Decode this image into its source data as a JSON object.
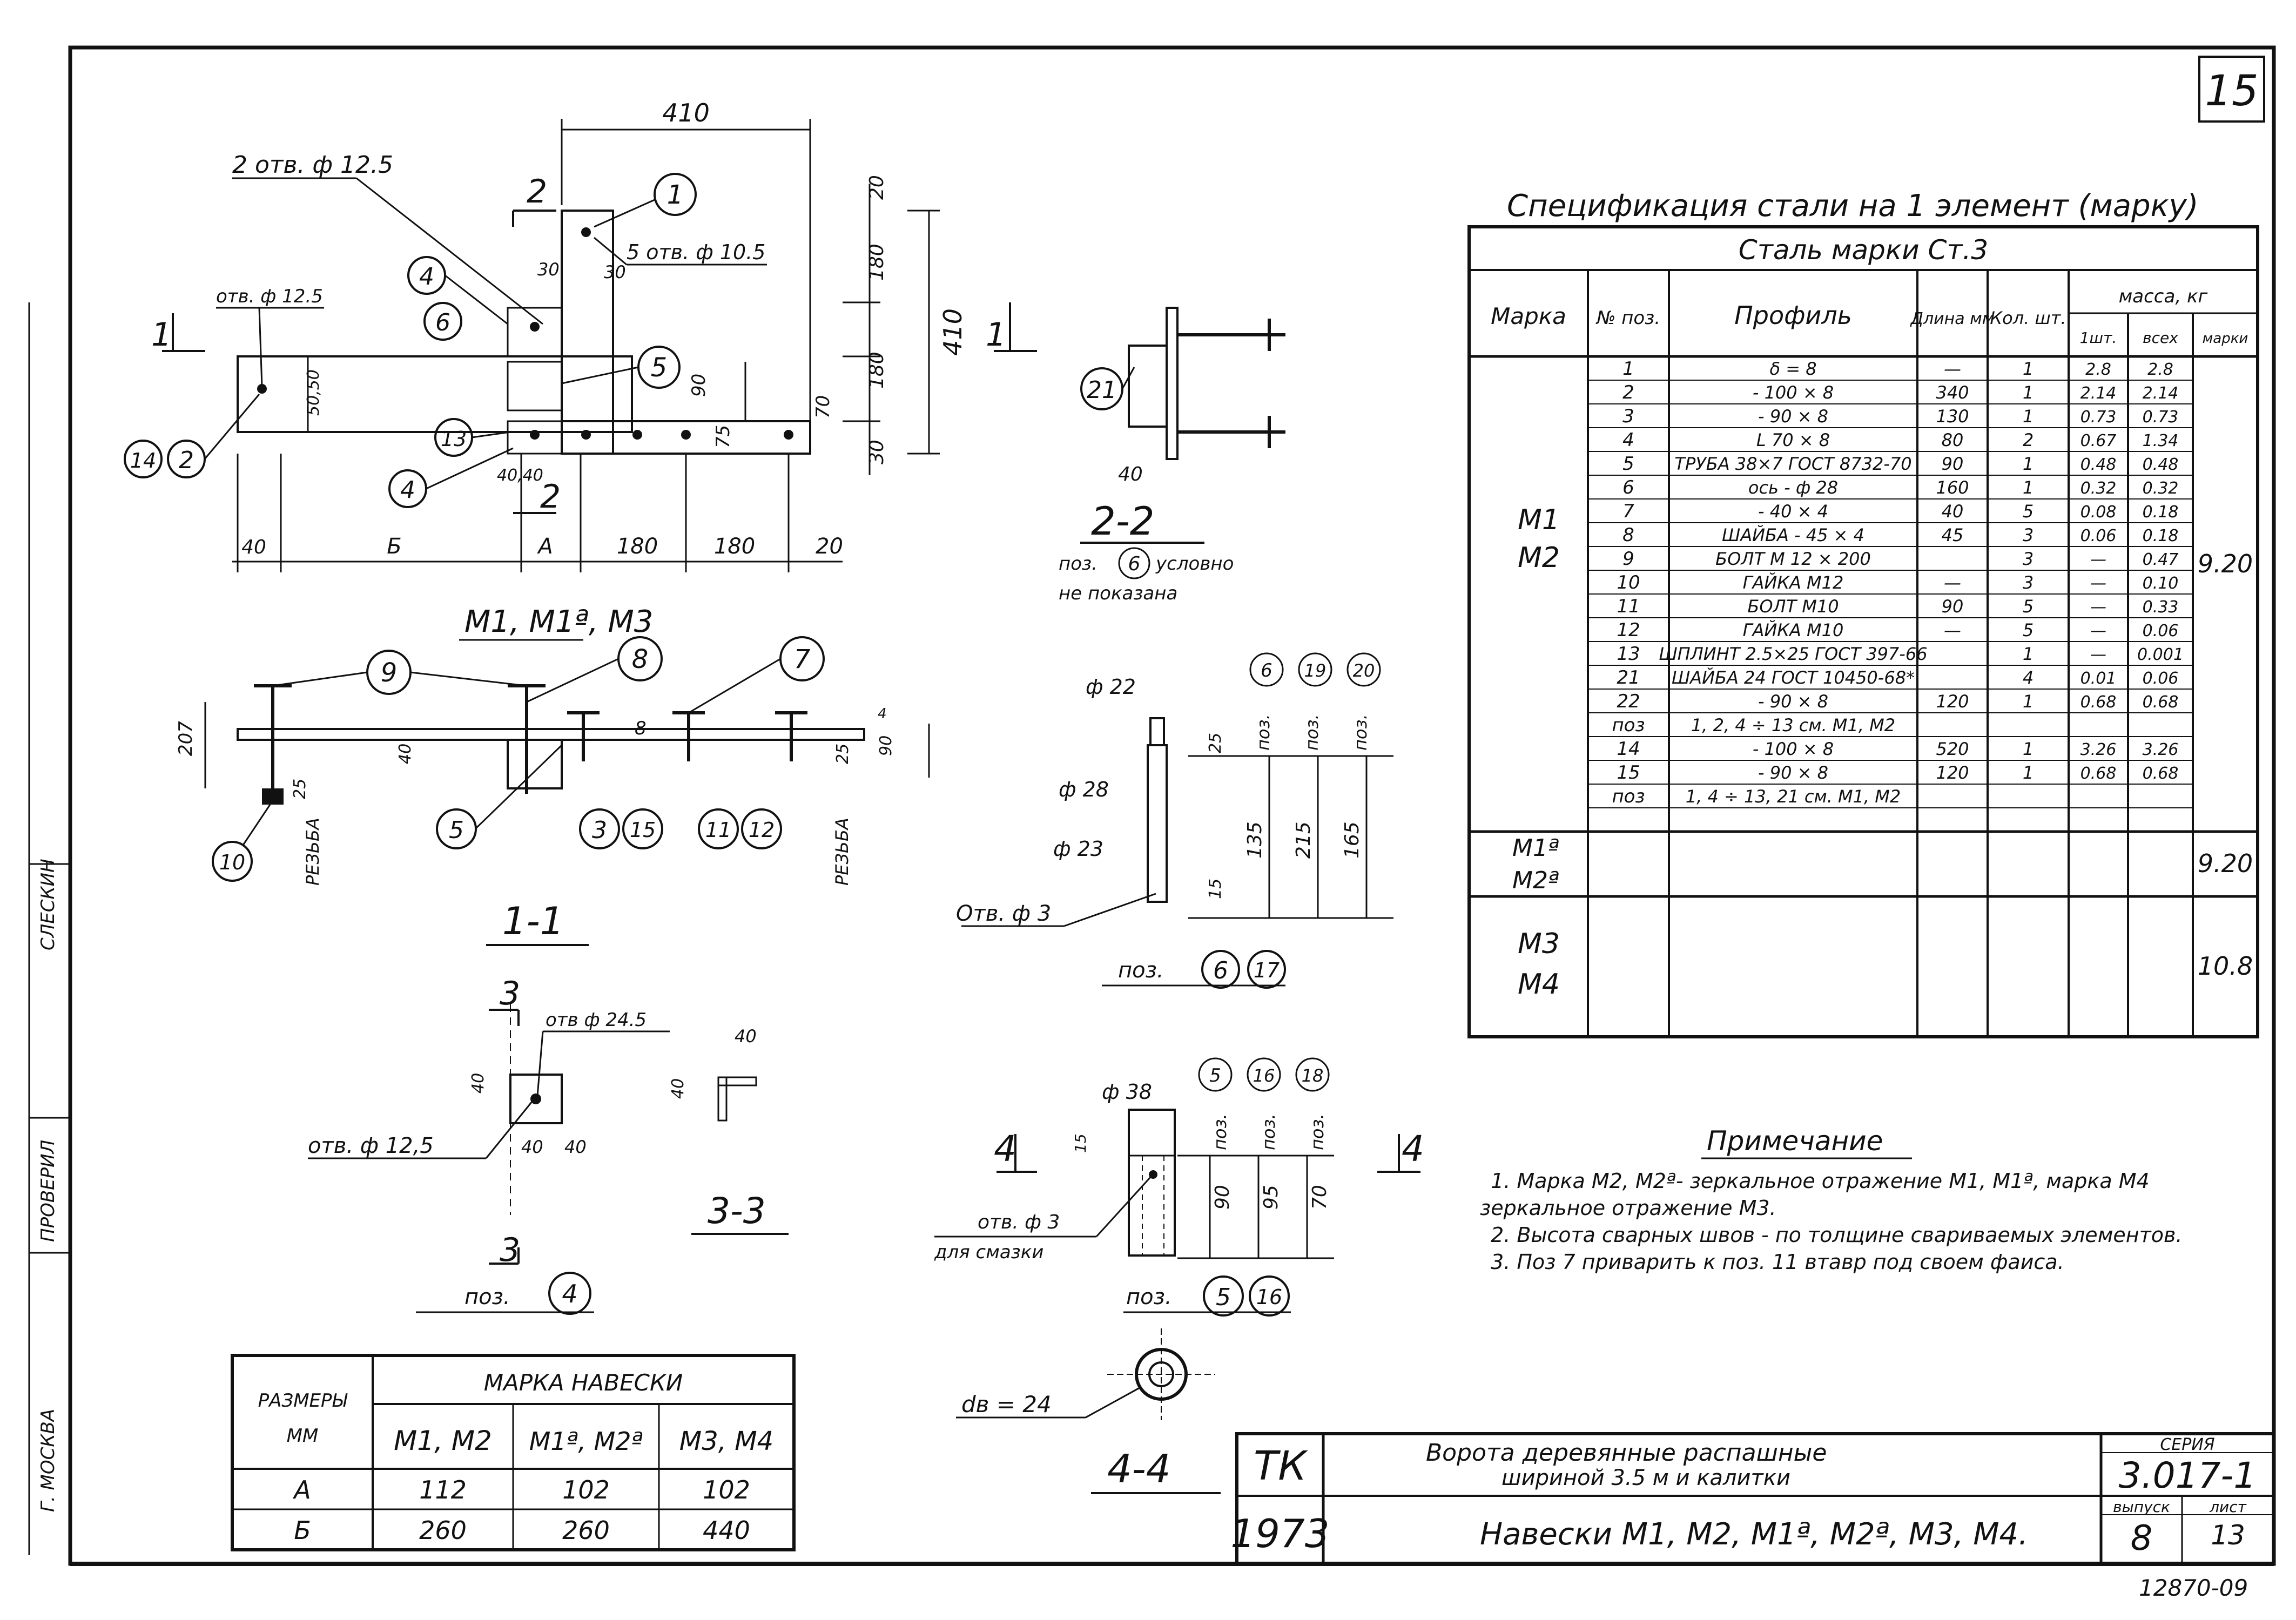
{
  "sheet": {
    "page_number": "15",
    "archive_number": "12870-09",
    "left_margin_labels": [
      "Г. МОСКВА",
      "ПРОВЕРИЛ",
      "СЛЕСКИН"
    ]
  },
  "views": {
    "plan": {
      "dims": {
        "total_width": "410",
        "total_height": "410",
        "seg_40": "40",
        "seg_B": "Б",
        "seg_A": "A",
        "seg_180a": "180",
        "seg_180b": "180",
        "seg_20": "20",
        "v_20": "20",
        "v_180a": "180",
        "v_180b": "180",
        "v_30": "30",
        "d_90": "90",
        "d_75": "75",
        "d_70": "70",
        "d_30a": "30",
        "d_30b": "30",
        "d_50_50": "50,50",
        "d_40_40": "40,40"
      },
      "callouts": {
        "holes_2": "2 отв. ф 12.5",
        "holes_5": "5 отв. ф 10.5",
        "hole_left": "отв. ф 12.5",
        "positions": [
          "1",
          "4",
          "6",
          "5",
          "13",
          "4",
          "14",
          "2"
        ]
      },
      "section_marks": [
        "1",
        "1",
        "2",
        "2"
      ]
    },
    "elevation": {
      "title": "M1, M1ª, M3",
      "section_title": "1-1",
      "thread_label": "РЕЗЬБА",
      "dims": {
        "d_207": "207",
        "d_40": "40",
        "d_25a": "25",
        "d_25b": "25",
        "d_90": "90",
        "d_8": "8",
        "d_4": "4"
      },
      "positions": [
        "9",
        "8",
        "7",
        "5",
        "3",
        "15",
        "11",
        "12",
        "10"
      ]
    },
    "section_2_2": {
      "title": "2-2",
      "dim_40": "40",
      "position": "21",
      "note_line1": "поз.",
      "note_pos": "6",
      "note_line2": "условно",
      "note_line3": "не показана"
    },
    "axle": {
      "dims": {
        "d22": "ф 22",
        "d28": "ф 28",
        "d23": "ф 23",
        "hole": "Отв. ф 3",
        "l_135": "135",
        "l_215": "215",
        "l_165": "165",
        "l_25": "25",
        "l_15": "15"
      },
      "col_label": "поз.",
      "col_pos": [
        "6",
        "19",
        "20"
      ],
      "caption": "поз.",
      "caption_pos": [
        "6",
        "17"
      ]
    },
    "section_3_3": {
      "title": "3-3",
      "hole_top": "отв ф 24.5",
      "hole_side": "отв. ф 12,5",
      "dims": {
        "w40a": "40",
        "w40b": "40",
        "h40": "40",
        "side40a": "40",
        "side40b": "40"
      },
      "marks": [
        "3",
        "3"
      ],
      "caption": "поз.",
      "caption_pos": "4"
    },
    "bushing": {
      "dims": {
        "d38": "ф 38",
        "l_90": "90",
        "l_95": "95",
        "l_70": "70",
        "l_15": "15"
      },
      "col_label": "поз.",
      "col_pos": [
        "5",
        "16",
        "18"
      ],
      "hole_line1": "отв. ф 3",
      "hole_line2": "для смазки",
      "marks": [
        "4",
        "4"
      ],
      "caption": "поз.",
      "caption_pos": [
        "5",
        "16"
      ]
    },
    "section_4_4": {
      "title": "4-4",
      "dim": "dв = 24"
    }
  },
  "spec_table": {
    "title": "Спецификация стали на 1 элемент (марку)",
    "steel_grade": "Сталь марки Ст.3",
    "headers": {
      "mark": "Марка",
      "pos": "№ поз.",
      "profile": "Профиль",
      "length": "Длина мм",
      "qty": "Кол. шт.",
      "mass": "масса, кг",
      "mass_one": "1шт.",
      "mass_all": "всех",
      "mass_mark": "марки"
    },
    "rows": [
      {
        "pos": "1",
        "profile": "δ = 8",
        "length": "—",
        "qty": "1",
        "one": "2.8",
        "all": "2.8"
      },
      {
        "pos": "2",
        "profile": "- 100 × 8",
        "length": "340",
        "qty": "1",
        "one": "2.14",
        "all": "2.14"
      },
      {
        "pos": "3",
        "profile": "- 90 × 8",
        "length": "130",
        "qty": "1",
        "one": "0.73",
        "all": "0.73"
      },
      {
        "pos": "4",
        "profile": "L 70 × 8",
        "length": "80",
        "qty": "2",
        "one": "0.67",
        "all": "1.34"
      },
      {
        "pos": "5",
        "profile": "ТРУБА 38×7 ГОСТ 8732-70",
        "length": "90",
        "qty": "1",
        "one": "0.48",
        "all": "0.48"
      },
      {
        "pos": "6",
        "profile": "ось - ф 28",
        "length": "160",
        "qty": "1",
        "one": "0.32",
        "all": "0.32"
      },
      {
        "pos": "7",
        "profile": "- 40 × 4",
        "length": "40",
        "qty": "5",
        "one": "0.08",
        "all": "0.18"
      },
      {
        "pos": "8",
        "profile": "ШАЙБА - 45 × 4",
        "length": "45",
        "qty": "3",
        "one": "0.06",
        "all": "0.18"
      },
      {
        "pos": "9",
        "profile": "БОЛТ М 12 × 200",
        "length": "",
        "qty": "3",
        "one": "—",
        "all": "0.47"
      },
      {
        "pos": "10",
        "profile": "ГАЙКА М12",
        "length": "—",
        "qty": "3",
        "one": "—",
        "all": "0.10"
      },
      {
        "pos": "11",
        "profile": "БОЛТ М10",
        "length": "90",
        "qty": "5",
        "one": "—",
        "all": "0.33"
      },
      {
        "pos": "12",
        "profile": "ГАЙКА М10",
        "length": "—",
        "qty": "5",
        "one": "—",
        "all": "0.06"
      },
      {
        "pos": "13",
        "profile": "ШПЛИНТ 2.5×25 ГОСТ 397-66",
        "length": "",
        "qty": "1",
        "one": "—",
        "all": "0.001"
      },
      {
        "pos": "21",
        "profile": "ШАЙБА 24 ГОСТ 10450-68*",
        "length": "",
        "qty": "4",
        "one": "0.01",
        "all": "0.06"
      },
      {
        "pos": "22",
        "profile": "- 90 × 8",
        "length": "120",
        "qty": "1",
        "one": "0.68",
        "all": "0.68"
      },
      {
        "pos": "поз",
        "profile": "1, 2, 4 ÷ 13 см. M1, M2",
        "length": "",
        "qty": "",
        "one": "",
        "all": ""
      },
      {
        "pos": "14",
        "profile": "- 100 × 8",
        "length": "520",
        "qty": "1",
        "one": "3.26",
        "all": "3.26"
      },
      {
        "pos": "15",
        "profile": "- 90 × 8",
        "length": "120",
        "qty": "1",
        "one": "0.68",
        "all": "0.68"
      },
      {
        "pos": "поз",
        "profile": "1, 4 ÷ 13, 21 см. M1, M2",
        "length": "",
        "qty": "",
        "one": "",
        "all": ""
      },
      {
        "pos": "",
        "profile": "",
        "length": "",
        "qty": "",
        "one": "",
        "all": ""
      }
    ],
    "groups": [
      {
        "marks": [
          "M1",
          "M2"
        ],
        "mass": "9.20"
      },
      {
        "marks": [
          "M1ª",
          "M2ª"
        ],
        "mass": "9.20"
      },
      {
        "marks": [
          "M3",
          "M4"
        ],
        "mass": "10.8"
      }
    ]
  },
  "notes": {
    "title": "Примечание",
    "lines": [
      "1.  Марка M2, M2ª- зеркальное отражение M1, M1ª, марка M4",
      "зеркальное отражение M3.",
      "2.  Высота сварных швов - по толщине свариваемых элементов.",
      "3.  Поз 7  приварить к поз. 11 втавр под своем фаиса."
    ]
  },
  "sizes_table": {
    "header_left_1": "РАЗМЕРЫ",
    "header_left_2": "ММ",
    "header_group": "МАРКА НАВЕСКИ",
    "cols": [
      "M1, M2",
      "M1ª, M2ª",
      "M3, M4"
    ],
    "rows": [
      {
        "label": "A",
        "values": [
          "112",
          "102",
          "102"
        ]
      },
      {
        "label": "Б",
        "values": [
          "260",
          "260",
          "440"
        ]
      }
    ]
  },
  "title_block": {
    "org": "ТК",
    "year": "1973",
    "title_line1": "Ворота деревянные распашные",
    "title_line2": "шириной 3.5 м и калитки",
    "subtitle": "Навески M1, M2, M1ª, M2ª, M3, M4.",
    "series_label": "СЕРИЯ",
    "series_value": "3.017-1",
    "issue_label": "выпуск",
    "issue_value": "8",
    "sheet_label": "лист",
    "sheet_value": "13"
  }
}
